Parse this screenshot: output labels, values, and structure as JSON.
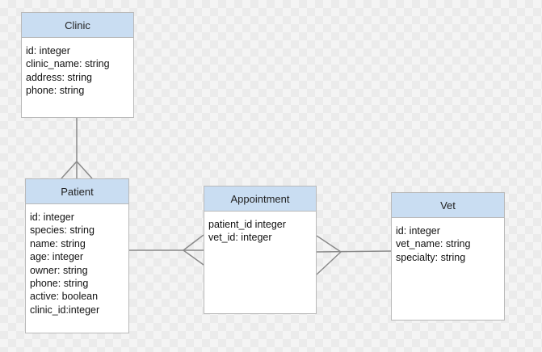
{
  "entities": {
    "clinic": {
      "name": "Clinic",
      "fields": [
        "id: integer",
        "clinic_name: string",
        "address: string",
        "phone: string"
      ]
    },
    "patient": {
      "name": "Patient",
      "fields": [
        "id: integer",
        "species: string",
        "name: string",
        "age: integer",
        "owner: string",
        "phone: string",
        "active: boolean",
        "clinic_id:integer"
      ]
    },
    "appointment": {
      "name": "Appointment",
      "fields": [
        "patient_id integer",
        "vet_id: integer"
      ]
    },
    "vet": {
      "name": "Vet",
      "fields": [
        "id: integer",
        "vet_name: string",
        "specialty: string"
      ]
    }
  },
  "relationships": [
    {
      "from": "Clinic",
      "to": "Patient",
      "from_cardinality": "one",
      "to_cardinality": "many"
    },
    {
      "from": "Patient",
      "to": "Appointment",
      "from_cardinality": "one",
      "to_cardinality": "many"
    },
    {
      "from": "Vet",
      "to": "Appointment",
      "from_cardinality": "one",
      "to_cardinality": "many"
    }
  ],
  "colors": {
    "header_fill": "#c9ddf2",
    "border": "#b9b9b9",
    "connector": "#8a8a8a",
    "canvas": "#f4f4f4"
  }
}
